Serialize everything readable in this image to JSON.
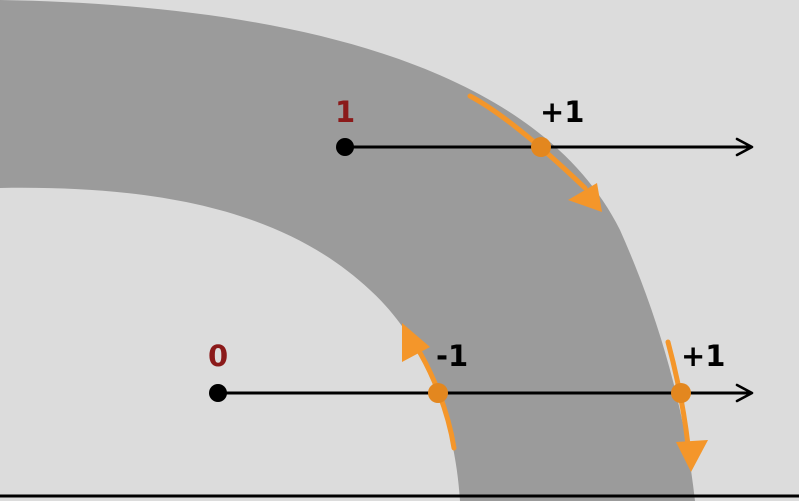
{
  "colors": {
    "background": "#dcdcdc",
    "band": "#9b9b9b",
    "ray": "#000000",
    "crossing": "#f4962a",
    "point_label": "#8b1a1a",
    "crossing_label": "#000000",
    "bottom_edge": "#000000"
  },
  "rays": [
    {
      "label": "1",
      "crossings": [
        {
          "label": "+1",
          "direction": "arrow-down-right"
        }
      ]
    },
    {
      "label": "0",
      "crossings": [
        {
          "label": "-1",
          "direction": "arrow-up"
        },
        {
          "label": "+1",
          "direction": "arrow-down"
        }
      ]
    }
  ],
  "icons": [
    "arrow-right-icon",
    "orange-arrow-icon",
    "dot-icon"
  ]
}
